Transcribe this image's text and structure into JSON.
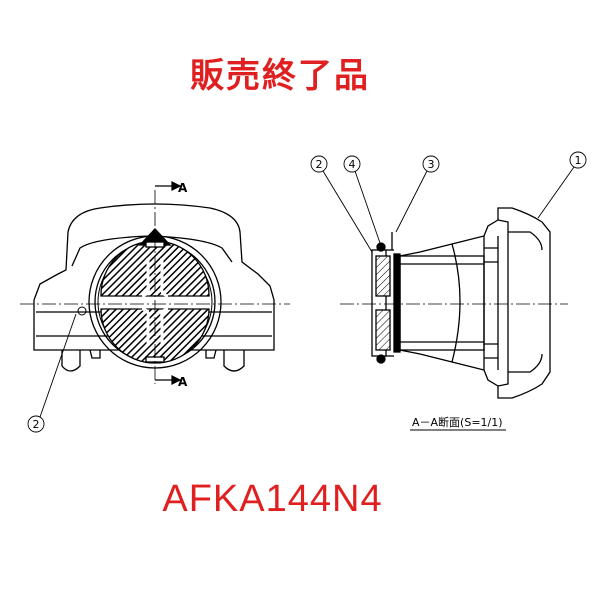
{
  "header": {
    "status_text": "販売終了品"
  },
  "footer": {
    "model_number": "AFKA144N4"
  },
  "front_view": {
    "section_marker_top": "A",
    "section_marker_bottom": "A",
    "callout_2": "2"
  },
  "section_view": {
    "callouts": [
      "2",
      "4",
      "3",
      "1"
    ],
    "caption": "A－A断面(S=1/1)"
  },
  "colors": {
    "accent_red": "#e02020",
    "line": "#000000"
  }
}
